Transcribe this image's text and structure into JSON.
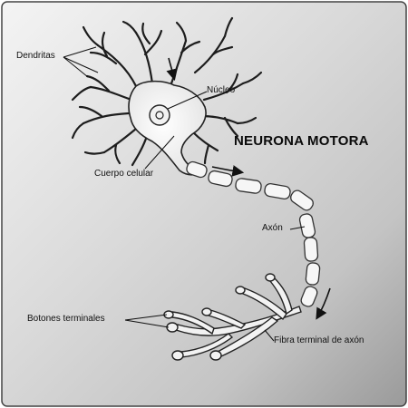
{
  "title": "NEURONA MOTORA",
  "labels": {
    "dendrites": "Dendritas",
    "nucleus": "Núcleo",
    "cell_body": "Cuerpo celular",
    "axon": "Axón",
    "terminal_buttons": "Botones terminales",
    "axon_terminal_fiber": "Fibra terminal de axón"
  }
}
